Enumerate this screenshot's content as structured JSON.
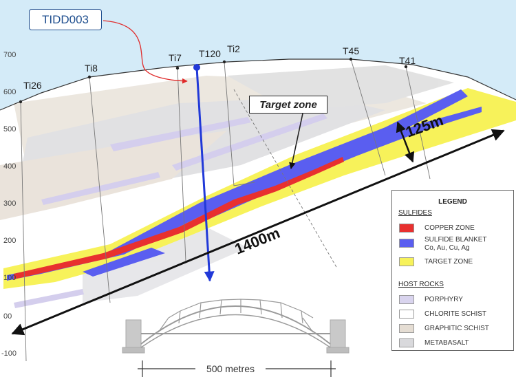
{
  "callout": {
    "label": "TIDD003"
  },
  "target_zone": {
    "label": "Target zone"
  },
  "dimensions": {
    "width_label": "125m",
    "length_label": "1400m",
    "scale_label": "500 metres"
  },
  "elevation_axis": {
    "ticks": [
      "700",
      "600",
      "500",
      "400",
      "300",
      "200",
      "100",
      "00",
      "-100"
    ]
  },
  "drillholes": [
    "Ti26",
    "Ti8",
    "Ti7",
    "T120",
    "Ti2",
    "T45",
    "T41"
  ],
  "legend": {
    "title": "LEGEND",
    "sulfides_heading": "SULFIDES",
    "sulfides": [
      {
        "label": "COPPER ZONE",
        "color": "#e8302f"
      },
      {
        "label": "SULFIDE BLANKET",
        "sublabel": "Co, Au, Cu, Ag",
        "color": "#5a5ef0"
      },
      {
        "label": "TARGET ZONE",
        "color": "#f7f25a"
      }
    ],
    "host_heading": "HOST  ROCKS",
    "host": [
      {
        "label": "PORPHYRY",
        "color": "#d9d4ee"
      },
      {
        "label": "CHLORITE SCHIST",
        "color": "#ffffff"
      },
      {
        "label": "GRAPHITIC SCHIST",
        "color": "#e5ddd3"
      },
      {
        "label": "METABASALT",
        "color": "#d9d9dc"
      }
    ]
  },
  "colors": {
    "sky": "#d4ebf8",
    "drill_trace": "#2139d8",
    "callout_border": "#1f4f8f",
    "arrow_red": "#e02a2a"
  }
}
